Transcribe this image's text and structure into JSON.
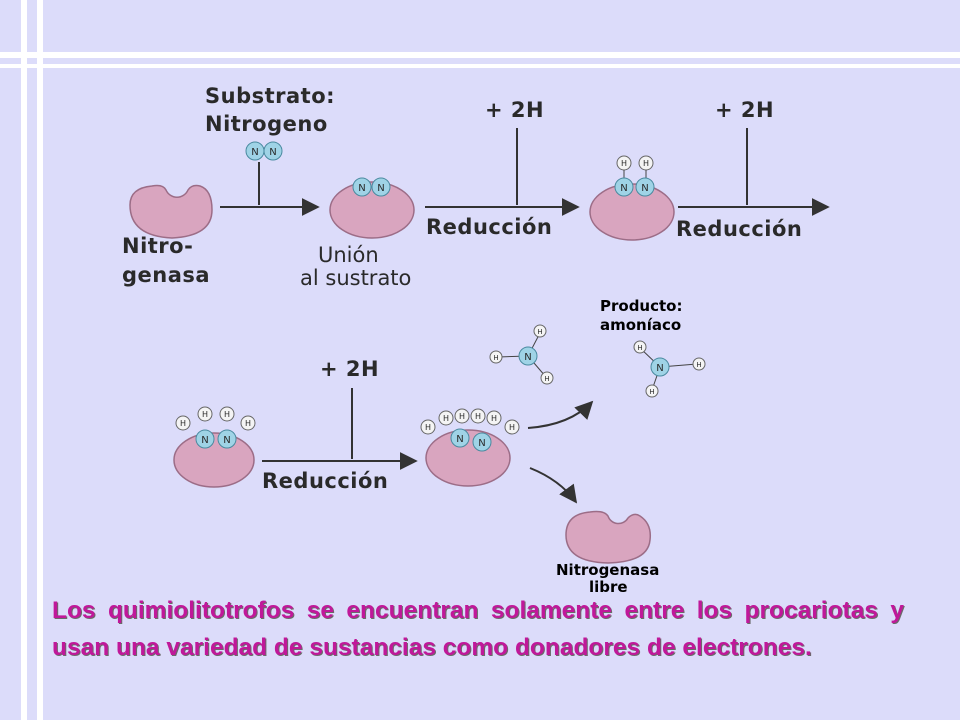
{
  "labels": {
    "substrate_line1": "Substrato:",
    "substrate_line2": "Nitrogeno",
    "enzyme_line1": "Nitro-",
    "enzyme_line2": "genasa",
    "binding_line1": "Unión",
    "binding_line2": "al sustrato",
    "plus_2h": "+ 2H",
    "reduction": "Reducción",
    "product_line1": "Producto:",
    "product_line2": "amoníaco",
    "free_enzyme_line1": "Nitrogenasa",
    "free_enzyme_line2": "libre",
    "atom_n": "N",
    "atom_h": "H"
  },
  "colors": {
    "enzyme": "#d9a5bf",
    "nitrogen": "#9fd3e6",
    "hydrogen": "#f4f4f4",
    "caption": "#c0189a",
    "background": "#dcdcfa"
  },
  "caption": "Los quimiolitotrofos se encuentran solamente entre los procariotas y usan una variedad de sustancias como donadores de electrones."
}
